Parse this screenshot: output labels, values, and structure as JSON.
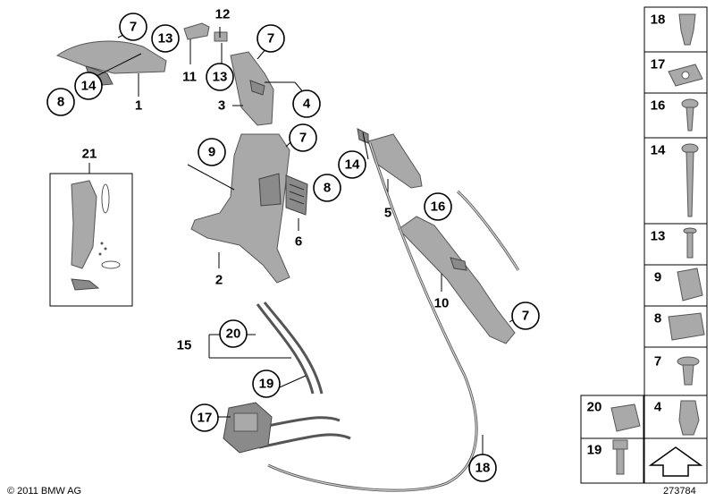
{
  "diagram_labels": {
    "l1": "1",
    "l2": "2",
    "l3": "3",
    "l4": "4",
    "l5": "5",
    "l6": "6",
    "l7a": "7",
    "l7b": "7",
    "l7c": "7",
    "l7d": "7",
    "l8a": "8",
    "l8b": "8",
    "l9": "9",
    "l10": "10",
    "l11": "11",
    "l12": "12",
    "l13a": "13",
    "l13b": "13",
    "l14a": "14",
    "l14b": "14",
    "l15": "15",
    "l16": "16",
    "l17": "17",
    "l18": "18",
    "l19": "19",
    "l20": "20",
    "l21": "21"
  },
  "legend": [
    {
      "number": "18",
      "icon": "push-clip-icon"
    },
    {
      "number": "17",
      "icon": "spring-nut-icon"
    },
    {
      "number": "16",
      "icon": "short-screw-icon"
    },
    {
      "number": "14",
      "icon": "long-screw-icon"
    },
    {
      "number": "13",
      "icon": "rivet-icon"
    },
    {
      "number": "9",
      "icon": "square-clip-icon"
    },
    {
      "number": "8",
      "icon": "cover-cap-icon"
    },
    {
      "number": "7",
      "icon": "expanding-rivet-icon"
    },
    {
      "number": "20",
      "icon": "cable-holder-icon"
    },
    {
      "number": "4",
      "icon": "clip-holder-icon"
    },
    {
      "number": "19",
      "icon": "bolt-icon"
    },
    {
      "number": "",
      "icon": "arrow-symbol-icon"
    }
  ],
  "footer": {
    "copyright": "© 2011 BMW AG",
    "diagram_number": "273784"
  }
}
